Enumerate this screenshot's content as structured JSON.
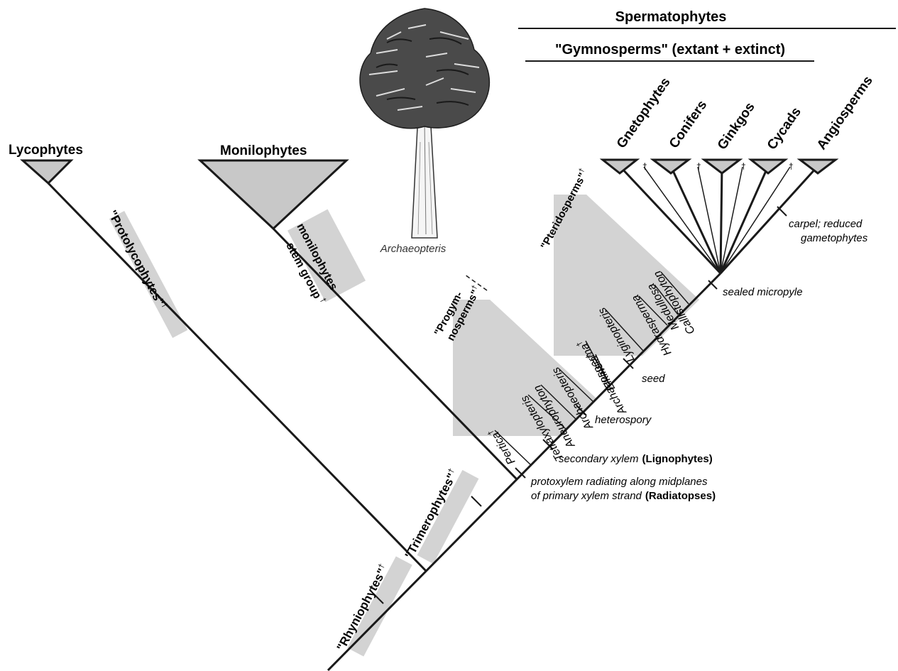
{
  "header": {
    "spermatophytes": "Spermatophytes",
    "gymnosperms": "\"Gymnosperms\" (extant + extinct)"
  },
  "crown_groups": {
    "lycophytes": "Lycophytes",
    "monilophytes": "Monilophytes",
    "gnetophytes": "Gnetophytes",
    "conifers": "Conifers",
    "ginkgos": "Ginkgos",
    "cycads": "Cycads",
    "angiosperms": "Angiosperms"
  },
  "grades": {
    "protolycophytes": "\"Protolycophytes\"",
    "monilophytes_stem_line1": "monilophytes",
    "monilophytes_stem_line2": "stem group",
    "trimerophytes": "\"Trimerophytes\"",
    "rhyniophytes": "\"Rhyniophytes\"",
    "progymnosperms_line1": "\"Progym-",
    "progymnosperms_line2": "nosperms\"",
    "pteridosperms": "\"Pteridosperms\""
  },
  "taxa": {
    "archaeopteris_tree_label": "Archaeopteris",
    "pertica": "Pertica",
    "tetraxylopteris": "Tetraxylopteris",
    "aneurophyton": "Aneurophyton",
    "archaeopteris": "Archaeopteris",
    "elkinsia": "Elkinsia",
    "archaeosperma": "Archaeosperma",
    "lyginopteris": "Lyginopteris",
    "hydrasperma": "Hydrasperma",
    "medullosa": "Medullosa",
    "callistophyton": "Callistophyton"
  },
  "characters": {
    "carpel_line1": "carpel; reduced",
    "carpel_line2": "gametophytes",
    "sealed_micropyle": "sealed micropyle",
    "seed": "seed",
    "heterospory": "heterospory",
    "secondary_xylem": "secondary xylem",
    "lignophytes": "(Lignophytes)",
    "protoxylem_line1": "protoxylem radiating along midplanes",
    "protoxylem_line2": "of primary xylem strand",
    "radiatopses": "(Radiatopses)"
  },
  "symbols": {
    "dagger": "†"
  },
  "colors": {
    "grade_fill": "#d3d3d3",
    "clade_fill": "#c8c8c8",
    "line": "#1a1a1a"
  }
}
